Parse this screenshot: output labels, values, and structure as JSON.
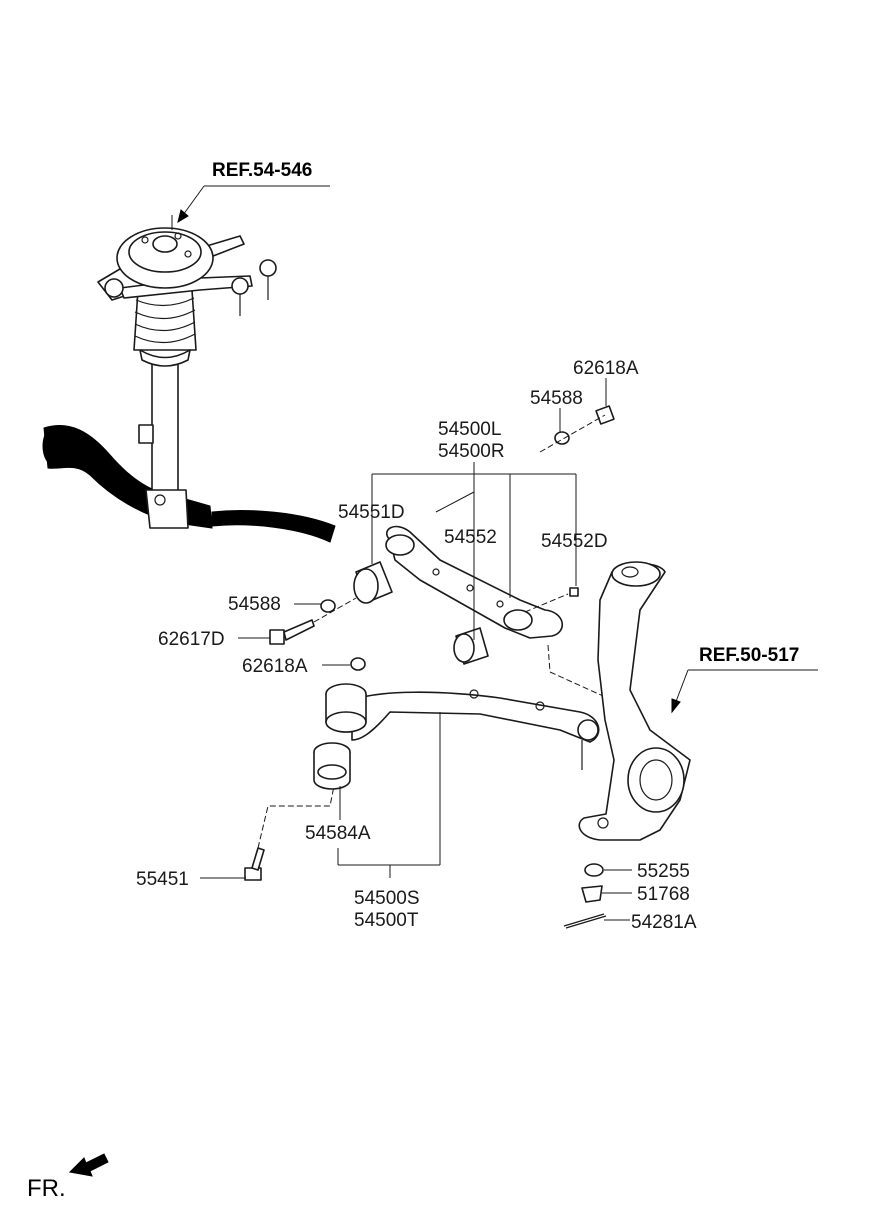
{
  "references": {
    "strut": "REF.54-546",
    "knuckle": "REF.50-517"
  },
  "parts": {
    "p62618A_top": "62618A",
    "p54588_top": "54588",
    "p54500L": "54500L",
    "p54500R": "54500R",
    "p54551D": "54551D",
    "p54552": "54552",
    "p54552D": "54552D",
    "p54588_mid": "54588",
    "p62617D": "62617D",
    "p62618A_mid": "62618A",
    "p54584A": "54584A",
    "p55451": "55451",
    "p54500S": "54500S",
    "p54500T": "54500T",
    "p55255": "55255",
    "p51768": "51768",
    "p54281A": "54281A"
  },
  "orientation": {
    "label": "FR."
  }
}
